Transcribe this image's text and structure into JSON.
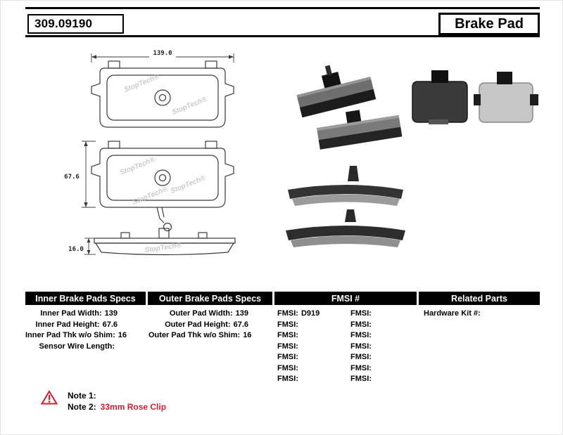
{
  "header": {
    "part_number": "309.09190",
    "title": "Brake Pad"
  },
  "drawing": {
    "watermark": "StopTech®",
    "dim_width": "139.0",
    "dim_height": "67.6",
    "dim_thickness": "16.0"
  },
  "spec_table": {
    "inner": {
      "header": "Inner Brake Pads Specs",
      "rows": [
        {
          "label": "Inner Pad Width:",
          "value": "139"
        },
        {
          "label": "Inner Pad Height:",
          "value": "67.6"
        },
        {
          "label": "Inner Pad Thk w/o Shim:",
          "value": "16"
        },
        {
          "label": "Sensor Wire Length:",
          "value": ""
        }
      ]
    },
    "outer": {
      "header": "Outer Brake Pads Specs",
      "rows": [
        {
          "label": "Outer Pad Width:",
          "value": "139"
        },
        {
          "label": "Outer Pad Height:",
          "value": "67.6"
        },
        {
          "label": "Outer Pad Thk w/o Shim:",
          "value": "16"
        }
      ]
    },
    "fmsi": {
      "header": "FMSI #",
      "col1": [
        {
          "label": "FMSI:",
          "value": "D919"
        },
        {
          "label": "FMSI:",
          "value": ""
        },
        {
          "label": "FMSI:",
          "value": ""
        },
        {
          "label": "FMSI:",
          "value": ""
        },
        {
          "label": "FMSI:",
          "value": ""
        },
        {
          "label": "FMSI:",
          "value": ""
        },
        {
          "label": "FMSI:",
          "value": ""
        }
      ],
      "col2": [
        {
          "label": "FMSI:",
          "value": ""
        },
        {
          "label": "FMSI:",
          "value": ""
        },
        {
          "label": "FMSI:",
          "value": ""
        },
        {
          "label": "FMSI:",
          "value": ""
        },
        {
          "label": "FMSI:",
          "value": ""
        },
        {
          "label": "FMSI:",
          "value": ""
        },
        {
          "label": "FMSI:",
          "value": ""
        }
      ]
    },
    "related": {
      "header": "Related Parts",
      "rows": [
        {
          "label": "Hardware Kit #:",
          "value": ""
        }
      ]
    }
  },
  "notes": {
    "note1_label": "Note 1:",
    "note1_value": "",
    "note2_label": "Note 2:",
    "note2_value": "33mm Rose Clip"
  },
  "colors": {
    "accent_red": "#cc1f2d",
    "ink": "#000000",
    "watermark_gray": "#c9c9c9"
  }
}
